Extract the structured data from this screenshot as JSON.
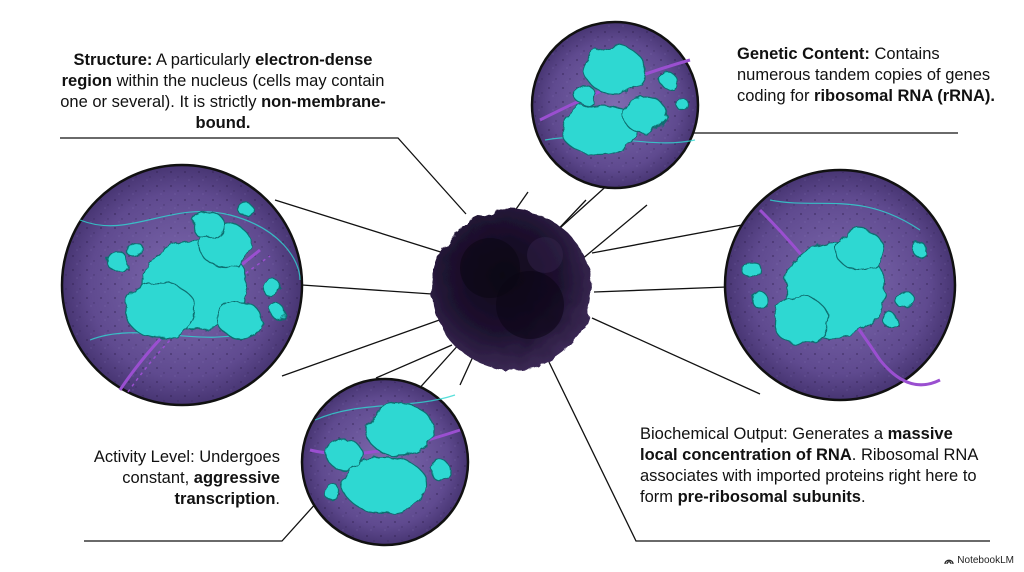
{
  "callouts": {
    "structure": {
      "parts": [
        {
          "text": "Structure:",
          "bold": true
        },
        {
          "text": " A particularly ",
          "bold": false
        },
        {
          "text": "electron-dense region",
          "bold": true
        },
        {
          "text": " within the nucleus (cells may contain one or several). It is strictly ",
          "bold": false
        },
        {
          "text": "non-membrane-bound.",
          "bold": true
        }
      ]
    },
    "genetic": {
      "parts": [
        {
          "text": "Genetic Content:",
          "bold": true
        },
        {
          "text": " Contains numerous tandem copies of genes coding for ",
          "bold": false
        },
        {
          "text": "ribosomal RNA (rRNA).",
          "bold": true
        }
      ]
    },
    "activity": {
      "parts": [
        {
          "text": "Activity Level: Undergoes constant, ",
          "bold": false
        },
        {
          "text": "aggressive transcription",
          "bold": true
        },
        {
          "text": ".",
          "bold": false
        }
      ]
    },
    "biochem": {
      "parts": [
        {
          "text": "Biochemical Output: Generates a ",
          "bold": false
        },
        {
          "text": "massive local concentration of RNA",
          "bold": true
        },
        {
          "text": ". Ribosomal RNA associates with imported proteins right here to form ",
          "bold": false
        },
        {
          "text": "pre-ribosomal subunits",
          "bold": true
        },
        {
          "text": ".",
          "bold": false
        }
      ]
    }
  },
  "brand": {
    "label": "NotebookLM"
  },
  "colors": {
    "nucleolus": "#1e1230",
    "disc_background": "#5f4a8f",
    "protein_cluster": "#2fd8d2",
    "rna_strand": "#9a4fd0",
    "line": "#111111"
  }
}
